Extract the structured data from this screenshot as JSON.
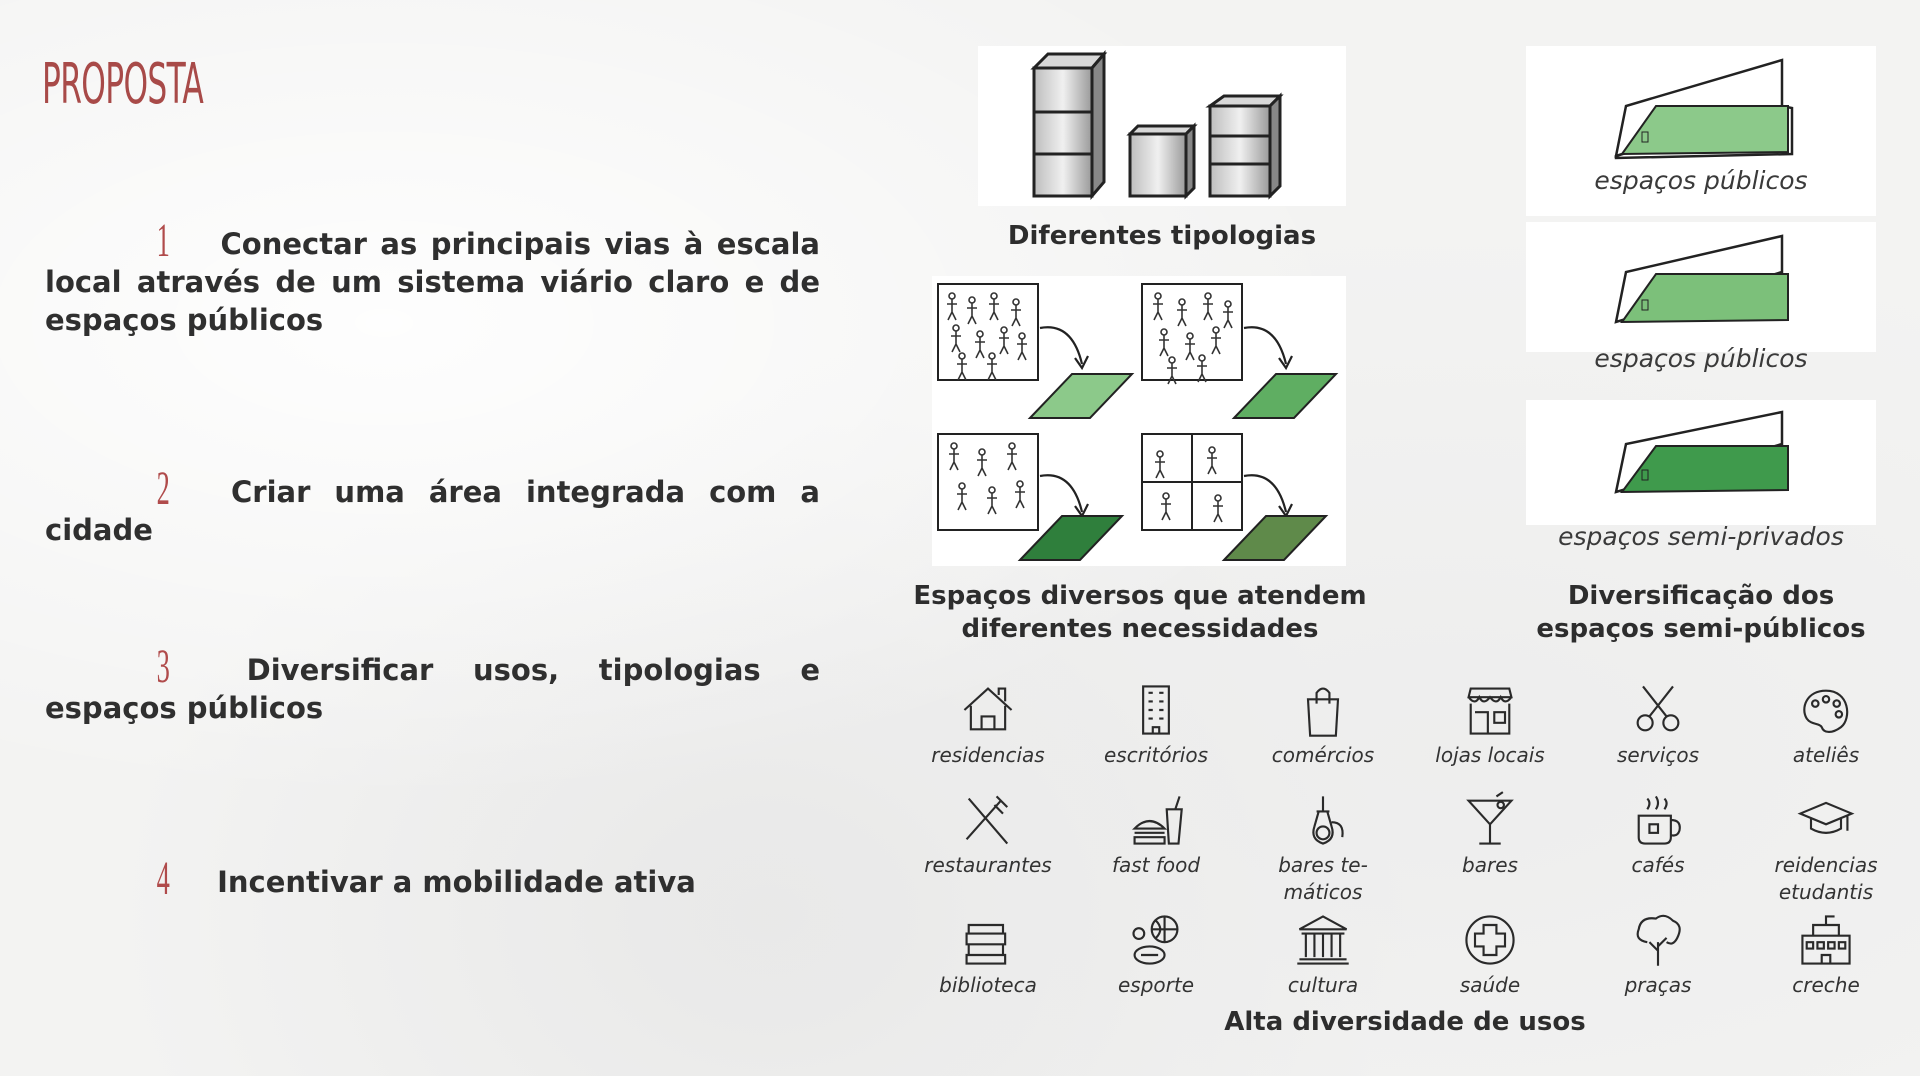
{
  "title": "PROPOSTA",
  "proposals": [
    {
      "num": "1",
      "text": "Conectar as principais vias à escala local através de um sistema viário claro e de espaços públicos"
    },
    {
      "num": "2",
      "text": "Criar uma área integrada com a cidade"
    },
    {
      "num": "3",
      "text": "Diversificar usos, tipologias e espaços públicos"
    },
    {
      "num": "4",
      "text": "Incentivar a mobilidade ativa"
    }
  ],
  "captions": {
    "typologies": "Diferentes tipologias",
    "diverse_spaces_1": "Espaços diversos que atendem",
    "diverse_spaces_2": "diferentes necessidades",
    "semi_public_1": "Diversificação dos",
    "semi_public_2": "espaços semi-públicos",
    "uses": "Alta diversidade de usos"
  },
  "space_labels": [
    "espaços públicos",
    "espaços públicos",
    "espaços semi-privados"
  ],
  "uses": [
    {
      "label": "residencias",
      "icon": "house-icon"
    },
    {
      "label": "escritórios",
      "icon": "office-building-icon"
    },
    {
      "label": "comércios",
      "icon": "shopping-bag-icon"
    },
    {
      "label": "lojas locais",
      "icon": "storefront-icon"
    },
    {
      "label": "serviços",
      "icon": "scissors-icon"
    },
    {
      "label": "ateliês",
      "icon": "palette-icon"
    },
    {
      "label": "restaurantes",
      "icon": "fork-knife-icon"
    },
    {
      "label": "fast food",
      "icon": "burger-drink-icon"
    },
    {
      "label": "bares te-",
      "label2": "máticos",
      "icon": "hookah-icon"
    },
    {
      "label": "bares",
      "icon": "cocktail-icon"
    },
    {
      "label": "cafés",
      "icon": "coffee-cup-icon"
    },
    {
      "label": "reidencias",
      "label2": "etudantis",
      "icon": "graduation-cap-icon"
    },
    {
      "label": "biblioteca",
      "icon": "books-icon"
    },
    {
      "label": "esporte",
      "icon": "sports-balls-icon"
    },
    {
      "label": "cultura",
      "icon": "museum-icon"
    },
    {
      "label": "saúde",
      "icon": "medical-cross-icon"
    },
    {
      "label": "praças",
      "icon": "tree-icon"
    },
    {
      "label": "creche",
      "icon": "school-icon"
    }
  ],
  "colors": {
    "title_red": "#a84a48",
    "green_light": "#8cc98a",
    "green_mid": "#5fae62",
    "green_dark": "#2f7f3c",
    "green_olive": "#5f8a4a"
  }
}
